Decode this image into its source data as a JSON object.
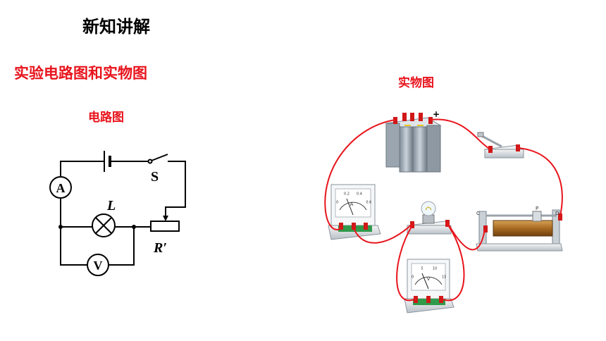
{
  "header": {
    "title": "新知讲解"
  },
  "section": {
    "title": "实验电路图和实物图"
  },
  "circuit": {
    "label": "电路图",
    "ammeter_symbol": "A",
    "voltmeter_symbol": "V",
    "lamp_label": "L",
    "switch_label": "S",
    "rheostat_label": "R′"
  },
  "physical": {
    "label": "实物图",
    "battery_plus": "+",
    "rheostat_terminal_c": "C",
    "rheostat_terminal_p": "P",
    "rheostat_terminal_d": "D",
    "ammeter_face_letter": "A",
    "voltmeter_face_letter": "V",
    "ammeter_scale": [
      "0",
      "0.2",
      "0.4",
      "0.6"
    ],
    "voltmeter_scale": [
      "0",
      "5",
      "10",
      "15"
    ]
  },
  "colors": {
    "accent": "#e8141c",
    "wire": "#e8141c",
    "line": "#000000"
  }
}
